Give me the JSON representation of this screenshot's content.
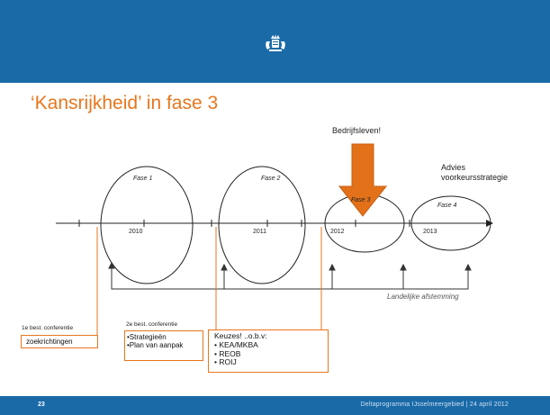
{
  "title": "‘Kansrijkheid’ in fase 3",
  "highlight": {
    "label": "Bedrijfsleven!"
  },
  "advice": {
    "line1": "Advies",
    "line2": "voorkeursstrategie"
  },
  "phases": [
    {
      "label": "Fase 1",
      "year": "2010"
    },
    {
      "label": "Fase 2",
      "year": "2011"
    },
    {
      "label": "Fase 3",
      "year": "2012"
    },
    {
      "label": "Fase 4",
      "year": "2013"
    }
  ],
  "national": {
    "label": "Landelijke afstemming"
  },
  "conference1": {
    "caption": "1e best. conferentie",
    "box": "zoekrichtingen"
  },
  "conference2": {
    "caption": "2e best. conferentie",
    "items": [
      "•Strategieën",
      "•Plan van aanpak"
    ]
  },
  "choices": {
    "heading": "Keuzes! ..o.b.v:",
    "items": [
      "• KEA/MKBA",
      "• REOB",
      "• ROIJ"
    ]
  },
  "footer": {
    "page": "23",
    "text": "Deltaprogramma IJsselmeergebied | 24 april 2012"
  },
  "colors": {
    "header": "#1a6aa8",
    "accent": "#e8761d"
  },
  "icons": {
    "logo": "crown-coat-of-arms-icon"
  }
}
